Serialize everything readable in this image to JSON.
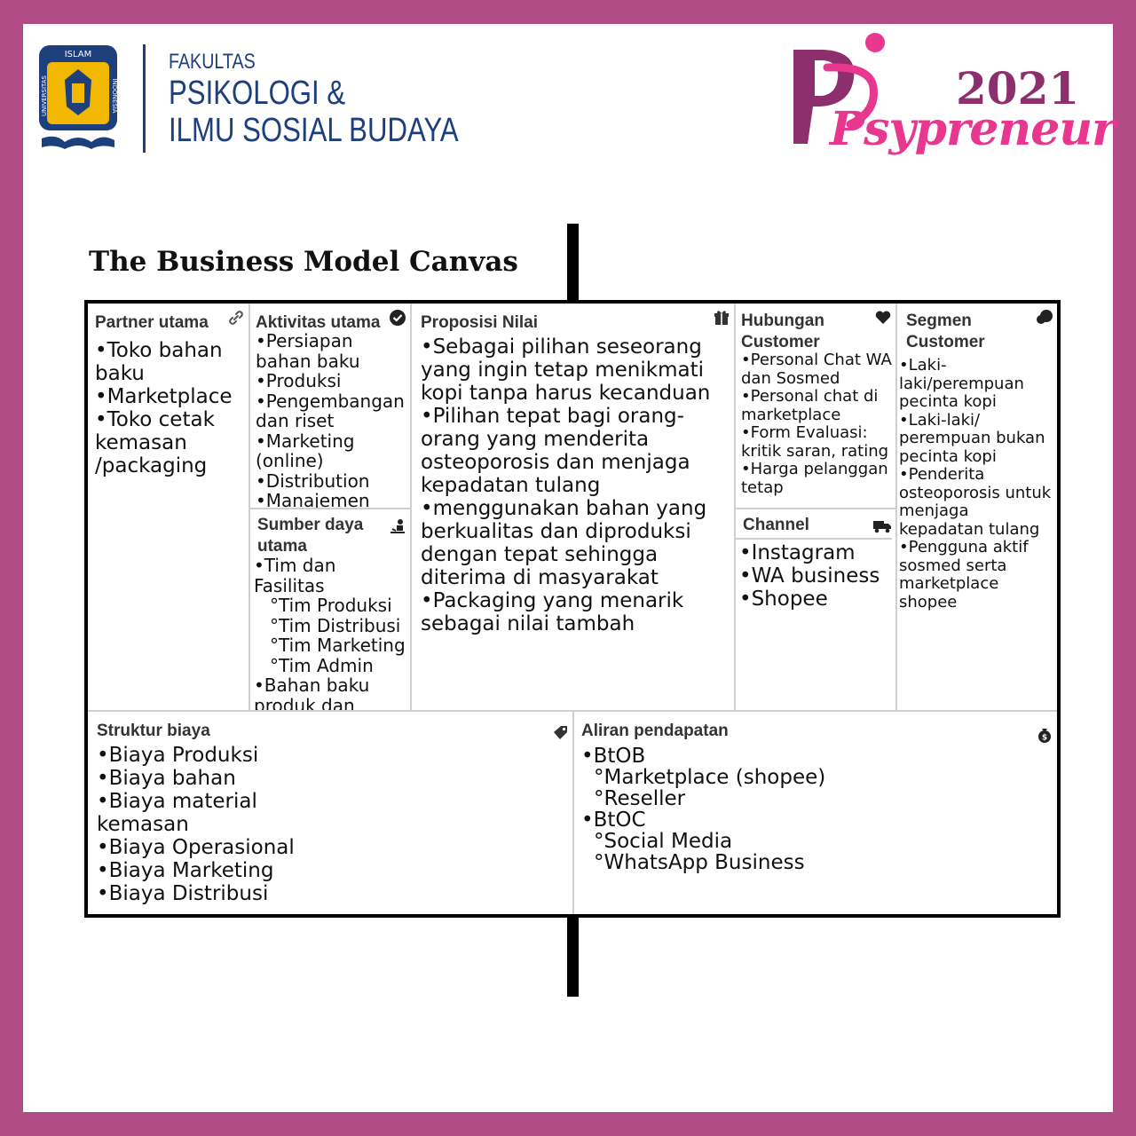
{
  "header": {
    "university_logo": {
      "icon": "uii-emblem-icon",
      "top_text": "ISLAM",
      "left_text": "UNIVERSITAS",
      "right_text": "INDONESIA"
    },
    "faculty_line1": "FAKULTAS",
    "faculty_line2": "PSIKOLOGI &",
    "faculty_line3": "ILMU SOSIAL BUDAYA",
    "brand_year": "2021",
    "brand_word": "Psypreneur"
  },
  "canvas": {
    "title": "The Business Model Canvas",
    "partner": {
      "title": "Partner utama",
      "icon": "link-icon",
      "items": [
        "•Toko bahan baku",
        "•Marketplace",
        "•Toko cetak kemasan /packaging"
      ]
    },
    "activities": {
      "title": "Aktivitas utama",
      "icon": "check-circle-icon",
      "items": [
        "•Persiapan bahan baku",
        "•Produksi",
        "•Pengembangan dan riset",
        "•Marketing (online)",
        "•Distribution",
        "•Manajemen"
      ]
    },
    "resources": {
      "title": "Sumber daya utama",
      "icon": "worker-icon",
      "items": [
        "•Tim dan Fasilitas",
        "°Tim Produksi",
        "°Tim Distribusi",
        "°Tim Marketing",
        "°Tim Admin",
        "•Bahan baku produk dan kemasan"
      ]
    },
    "value": {
      "title": "Proposisi Nilai",
      "icon": "gift-icon",
      "items": [
        "•Sebagai pilihan seseorang yang ingin tetap menikmati kopi tanpa harus kecanduan",
        "•Pilihan tepat bagi orang-orang yang menderita osteoporosis dan menjaga kepadatan tulang",
        "•menggunakan bahan yang berkualitas dan diproduksi dengan tepat sehingga diterima di masyarakat",
        "•Packaging yang menarik sebagai nilai tambah"
      ]
    },
    "relationships": {
      "title": "Hubungan Customer",
      "icon": "heart-icon",
      "items": [
        "•Personal Chat WA dan Sosmed",
        "•Personal chat di marketplace",
        "•Form Evaluasi: kritik saran, rating",
        "•Harga pelanggan tetap"
      ]
    },
    "channels": {
      "title": "Channel",
      "icon": "truck-icon",
      "items": [
        "•Instagram",
        "•WA business",
        "•Shopee"
      ]
    },
    "segments": {
      "title": "Segmen Customer",
      "icon": "people-icon",
      "items": [
        "•Laki-laki/perempuan pecinta kopi",
        "•Laki-laki/ perempuan bukan pecinta kopi",
        "•Penderita osteoporosis untuk menjaga kepadatan tulang",
        "•Pengguna aktif sosmed serta marketplace shopee"
      ]
    },
    "costs": {
      "title": "Struktur biaya",
      "icon": "tag-icon",
      "items": [
        "•Biaya Produksi",
        "•Biaya bahan",
        "•Biaya material kemasan",
        "•Biaya Operasional",
        "•Biaya Marketing",
        "•Biaya Distribusi"
      ]
    },
    "revenue": {
      "title": "Aliran pendapatan",
      "icon": "money-bag-icon",
      "items": [
        "•BtOB",
        "°Marketplace (shopee)",
        "°Reseller",
        "•BtOC",
        "°Social Media",
        "°WhatsApp Business"
      ]
    }
  }
}
